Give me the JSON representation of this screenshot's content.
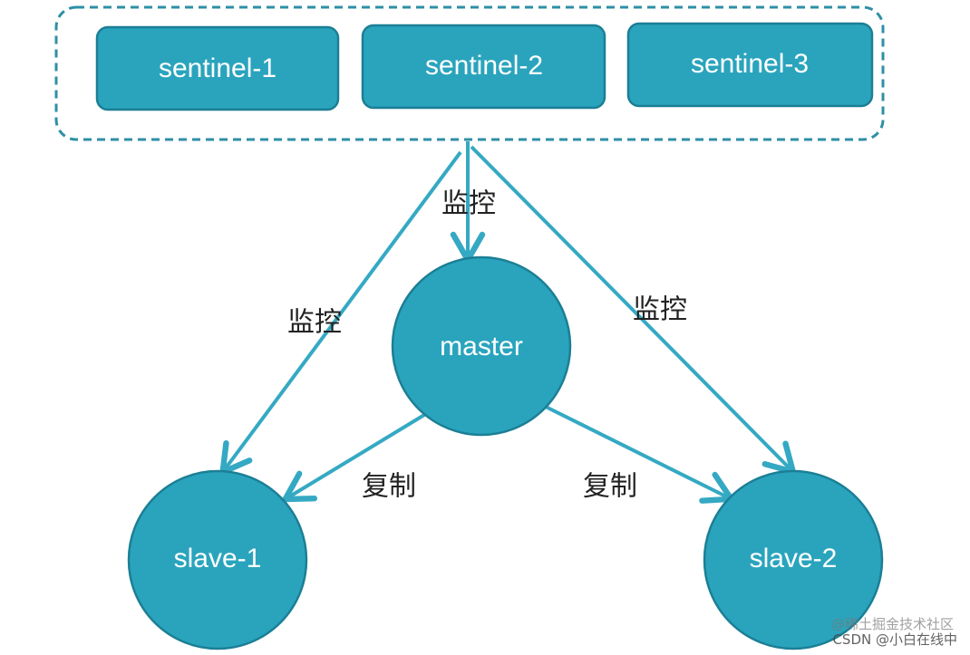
{
  "colors": {
    "node_fill": "#2aa4bd",
    "node_stroke": "#1b7f95",
    "arrow": "#35a9c3",
    "group_border": "#2e8fa6"
  },
  "sentinels": [
    "sentinel-1",
    "sentinel-2",
    "sentinel-3"
  ],
  "master": "master",
  "slaves": [
    "slave-1",
    "slave-2"
  ],
  "edge_labels": {
    "monitor_master": "监控",
    "monitor_slave1": "监控",
    "monitor_slave2": "监控",
    "replicate_slave1": "复制",
    "replicate_slave2": "复制"
  },
  "watermark": {
    "line1": "@稀土掘金技术社区",
    "line2": "CSDN @小白在线中"
  }
}
